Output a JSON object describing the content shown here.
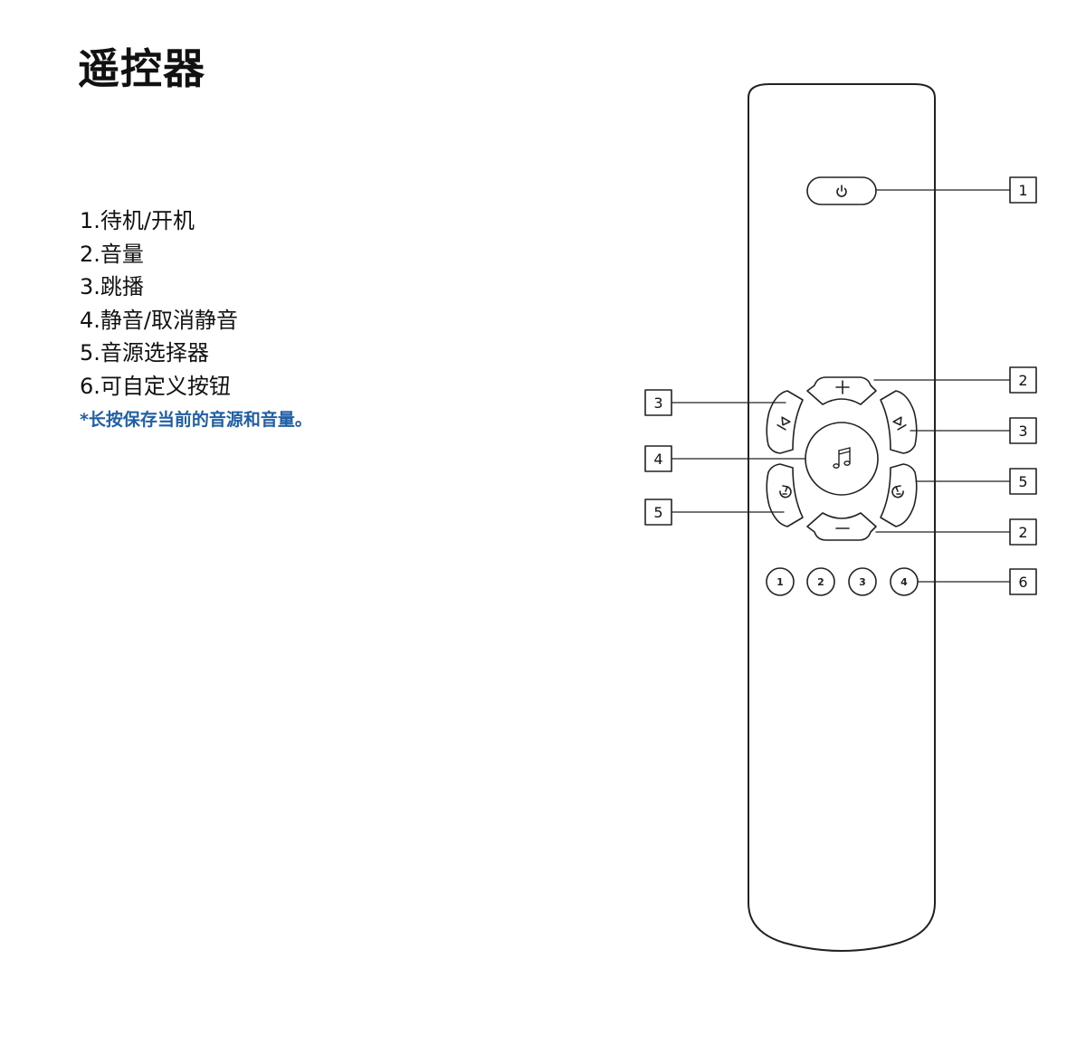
{
  "page": {
    "title": "遥控器",
    "legend": [
      "1.待机/开机",
      "2.音量",
      "3.跳播",
      "4.静音/取消静音",
      "5.音源选择器",
      "6.可自定义按钮"
    ],
    "note": "*长按保存当前的音源和音量。",
    "note_color": "#1f5fa6"
  },
  "remote": {
    "callouts": {
      "power": "1",
      "volume_up": "2",
      "skip_forward": "3",
      "source_right": "5",
      "volume_down": "2",
      "preset_row": "6",
      "skip_back": "3",
      "mute": "4",
      "source_left": "5"
    },
    "preset_buttons": [
      "1",
      "2",
      "3",
      "4"
    ],
    "icons": {
      "power": "power-icon",
      "plus": "plus-icon",
      "minus": "minus-icon",
      "mute": "music-note-icon",
      "skip_back": "skip-back-icon",
      "skip_forward": "skip-forward-icon",
      "source_left": "source-left-icon",
      "source_right": "source-right-icon"
    }
  }
}
